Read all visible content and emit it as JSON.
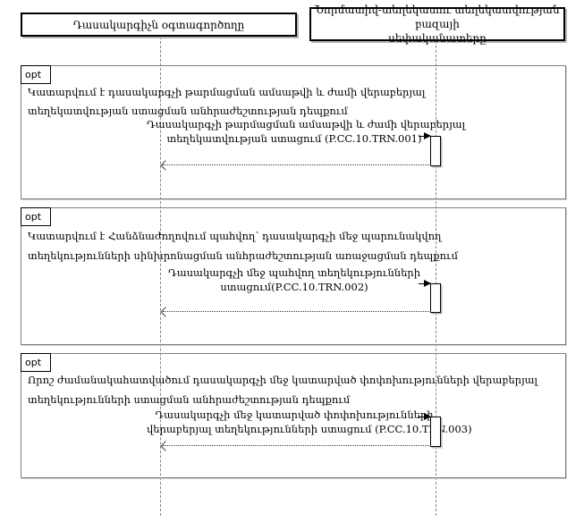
{
  "diagram": {
    "kind": "uml-sequence-diagram",
    "participants": [
      {
        "lines": [
          "Դասակարգիչն օգտագործողը"
        ]
      },
      {
        "lines": [
          "Նորմատիվ-տեղեկատու տեղեկատվության բազայի",
          "սեփականատերը"
        ]
      }
    ],
    "fragments": [
      {
        "operator": "opt",
        "guard_lines": [
          "Կատարվում է դասակարգչի թարմացման ամսաթվի և ժամի վերաբերյալ",
          "տեղեկատվության ստացման անհրաժեշտության դեպքում"
        ],
        "message_lines": [
          "Դասակարգչի թարմացման ամսաթվի և ժամի վերաբերյալ",
          "տեղեկատվության ստացում (P.CC.10.TRN.001)"
        ]
      },
      {
        "operator": "opt",
        "guard_lines": [
          "Կատարվում է Հանձնաժողովում պահվող՝ դասակարգչի մեջ պարունակվող",
          "տեղեկությունների սինխրոնացման անհրաժեշտության առաջացման դեպքում"
        ],
        "message_lines": [
          "Դասակարգչի մեջ պահվող տեղեկությունների",
          "ստացում(P.CC.10.TRN.002)"
        ]
      },
      {
        "operator": "opt",
        "guard_lines": [
          "Որոշ ժամանակահատվածում դասակարգչի մեջ կատարված փոփոխությունների վերաբերյալ",
          "տեղեկությունների ստացման անհրաժեշտության դեպքում"
        ],
        "message_lines": [
          "Դասակարգչի մեջ կատարված փոփոխությունների",
          "վերաբերյալ տեղեկությունների ստացում (P.CC.10.TRN.003)"
        ]
      }
    ],
    "colors": {
      "background": "#ffffff",
      "participant_border": "#000000",
      "fragment_border": "#7f7f7f",
      "lifeline": "#858585",
      "text": "#000000"
    }
  }
}
